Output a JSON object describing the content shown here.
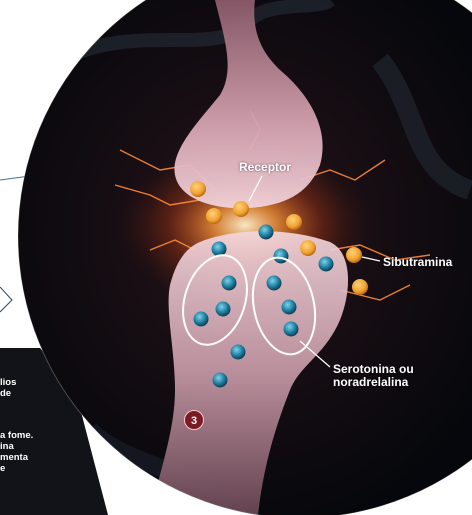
{
  "labels": {
    "receptor": "Receptor",
    "sibutramina": "Sibutramina",
    "serotonina_line1": "Serotonina ou",
    "serotonina_line2": "noradrelalina"
  },
  "step_badge": "3",
  "side_text": [
    "lios",
    "de",
    "a fome.",
    "ina",
    "menta",
    "e"
  ],
  "colors": {
    "background": "#ffffff",
    "circle_bg": "#0a0a10",
    "neuron": "#d9a7b4",
    "orange_molecule": "#f0a030",
    "blue_molecule": "#1f7fa0",
    "badge": "#7a1a22",
    "label_text": "#ffffff"
  }
}
